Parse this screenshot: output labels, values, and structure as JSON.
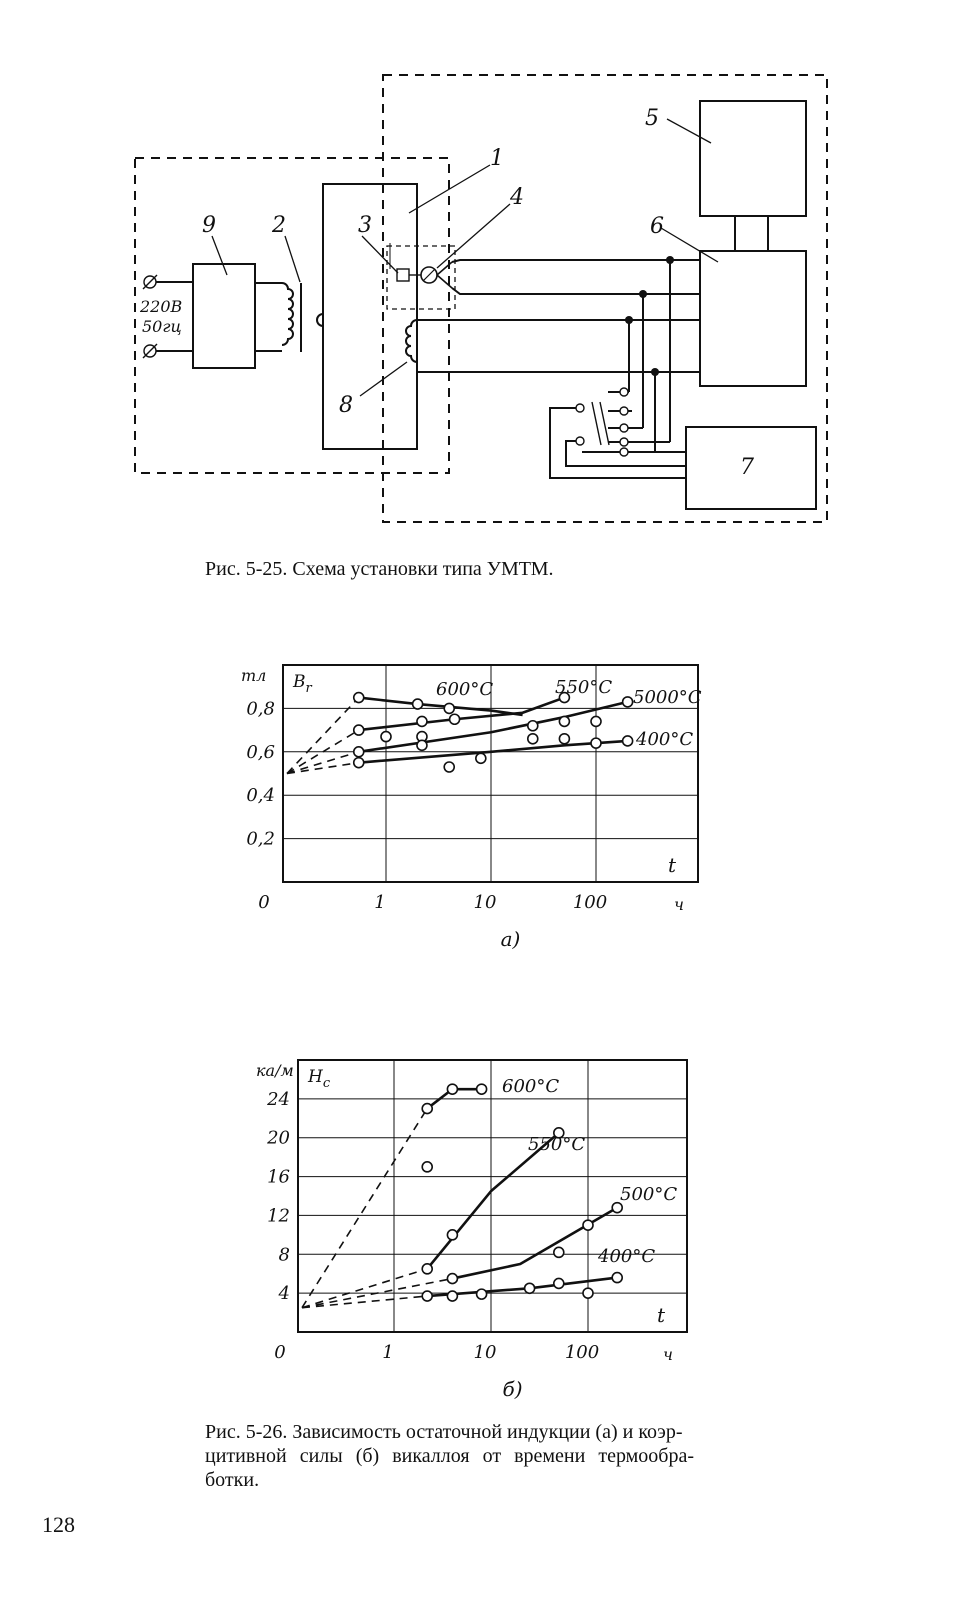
{
  "fig1": {
    "labels": {
      "n1": "1",
      "n2": "2",
      "n3": "3",
      "n4": "4",
      "n5": "5",
      "n6": "6",
      "n7": "7",
      "n8": "8",
      "n9": "9"
    },
    "supply": {
      "voltage": "220В",
      "freq": "50гц"
    },
    "caption": "Рис. 5-25. Схема установки типа УМТМ."
  },
  "chart_data": [
    {
      "type": "line",
      "panel": "а)",
      "ylabel": "B_r",
      "yunit": "тл",
      "xlabel": "t",
      "xunit": "ч",
      "xscale": "log",
      "x_ticks": [
        "0",
        "1",
        "10",
        "100"
      ],
      "y_ticks": [
        "0,2",
        "0,4",
        "0,6",
        "0,8"
      ],
      "ylim": [
        0,
        1.0
      ],
      "grid": true,
      "series": [
        {
          "name": "600°C",
          "x": [
            0.55,
            2.0,
            4.0
          ],
          "y": [
            0.85,
            0.82,
            0.8
          ],
          "curve_y": [
            0.85,
            0.81,
            0.79,
            0.77
          ]
        },
        {
          "name": "550°C",
          "x": [
            0.55,
            2.2,
            4.5,
            50
          ],
          "y": [
            0.7,
            0.74,
            0.75,
            0.85
          ],
          "curve_y": [
            0.7,
            0.75,
            0.77,
            0.83
          ]
        },
        {
          "name": "5000°C",
          "x": [
            0.55,
            1.0,
            2.2,
            25,
            50,
            100,
            200
          ],
          "y": [
            0.6,
            0.67,
            0.67,
            0.72,
            0.74,
            0.74,
            0.83
          ],
          "curve_y": [
            0.6,
            0.63,
            0.66,
            0.72,
            0.78,
            0.83
          ]
        },
        {
          "name": "400°C",
          "x": [
            0.55,
            2.2,
            4.0,
            8.0,
            25,
            50,
            100,
            200
          ],
          "y": [
            0.55,
            0.63,
            0.53,
            0.57,
            0.66,
            0.66,
            0.64,
            0.65
          ],
          "curve_y": [
            0.55,
            0.57,
            0.59,
            0.62,
            0.64,
            0.65
          ]
        }
      ]
    },
    {
      "type": "line",
      "panel": "б)",
      "ylabel": "H_c",
      "yunit": "ка/м",
      "xlabel": "t",
      "xunit": "ч",
      "xscale": "log",
      "x_ticks": [
        "0",
        "1",
        "10",
        "100"
      ],
      "y_ticks": [
        "4",
        "8",
        "12",
        "16",
        "20",
        "24"
      ],
      "ylim": [
        0,
        28
      ],
      "grid": true,
      "series": [
        {
          "name": "600°C",
          "x": [
            2.2,
            2.2,
            4.0,
            8.0
          ],
          "y": [
            23.0,
            17.0,
            25.0,
            25.0
          ]
        },
        {
          "name": "550°C",
          "x": [
            2.2,
            4.0,
            50
          ],
          "y": [
            6.5,
            10.0,
            20.5
          ]
        },
        {
          "name": "500°C",
          "x": [
            4.0,
            50,
            100,
            200
          ],
          "y": [
            5.5,
            8.2,
            11.0,
            12.8
          ]
        },
        {
          "name": "400°C",
          "x": [
            2.2,
            4.0,
            8.0,
            25,
            50,
            100,
            200
          ],
          "y": [
            3.7,
            3.7,
            3.9,
            4.5,
            5.0,
            4.0,
            5.6
          ]
        }
      ]
    }
  ],
  "fig2_caption": "Рис. 5-26. Зависимость остаточной индукции (а) и коэрцитивной силы (б) викаллоя от времени термообработки.",
  "fig2_caption_lines": [
    "Рис. 5-26. Зависимость остаточной индукции (а) и коэр-",
    "цитивной силы (б) викаллоя от времени термообра-",
    "ботки."
  ],
  "page_number": "128"
}
